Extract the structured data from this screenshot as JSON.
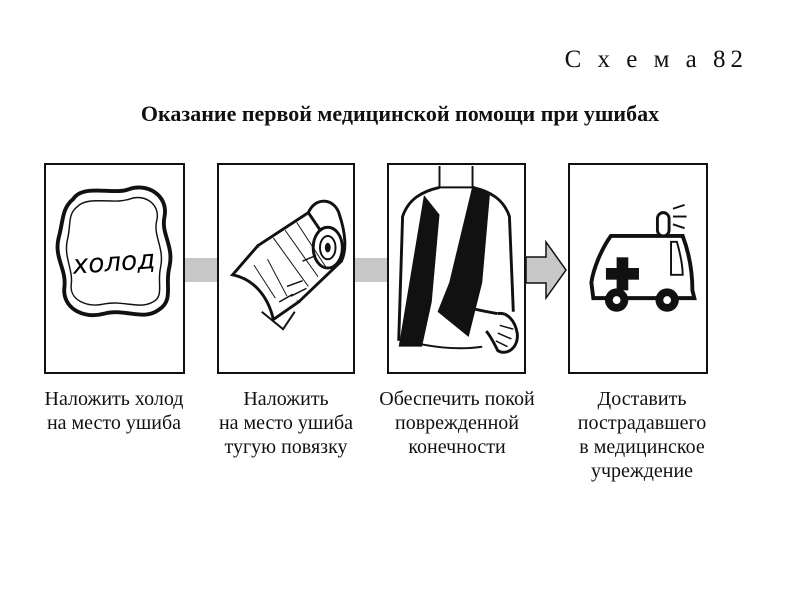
{
  "scheme_number": "С х е м а  82",
  "title": "Оказание первой медицинской помощи при ушибах",
  "steps": [
    {
      "icon": "cold-pack-icon",
      "label": "холод",
      "caption": "Наложить холод\nна место ушиба"
    },
    {
      "icon": "bandage-roll-icon",
      "caption": "Наложить\nна место ушиба\nтугую повязку"
    },
    {
      "icon": "arm-sling-icon",
      "caption": "Обеспечить покой\nповрежденной\nконечности"
    },
    {
      "icon": "ambulance-icon",
      "caption": "Доставить\nпострадавшего\nв медицинское учреждение"
    }
  ]
}
